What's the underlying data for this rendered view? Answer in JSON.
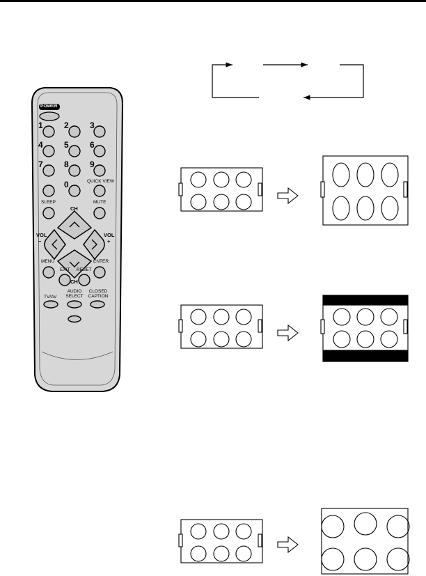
{
  "remote": {
    "power_label": "POWER",
    "digits": [
      "1",
      "2",
      "3",
      "4",
      "5",
      "6",
      "7",
      "8",
      "9",
      "0"
    ],
    "quick_view_label": "QUICK VIEW",
    "sleep_label": "SLEEP",
    "mute_label": "MUTE",
    "ch_up_label": "CH",
    "ch_down_label": "CH",
    "vol_left_label": "VOL",
    "vol_left_sign": "−",
    "vol_right_label": "VOL",
    "vol_right_sign": "+",
    "menu_label": "MENU",
    "enter_label": "ENTER",
    "exit_label": "EXIT",
    "reset_label": "RESET",
    "tvav_label": "TV/AV",
    "audio_select_line1": "AUDIO",
    "audio_select_line2": "SELECT",
    "closed_caption_line1": "CLOSED",
    "closed_caption_line2": "CAPTION"
  },
  "colors": {
    "remote_body": "#d7d7d7",
    "remote_outline": "#000000",
    "button_fill": "#c9c9c9",
    "letterbox_bar": "#000000"
  },
  "screen_diagrams": [
    {
      "id": "natural-to-full",
      "result": "stretched"
    },
    {
      "id": "natural-to-letterbox",
      "result": "letterbox"
    },
    {
      "id": "natural-to-zoom",
      "result": "zoom"
    }
  ]
}
